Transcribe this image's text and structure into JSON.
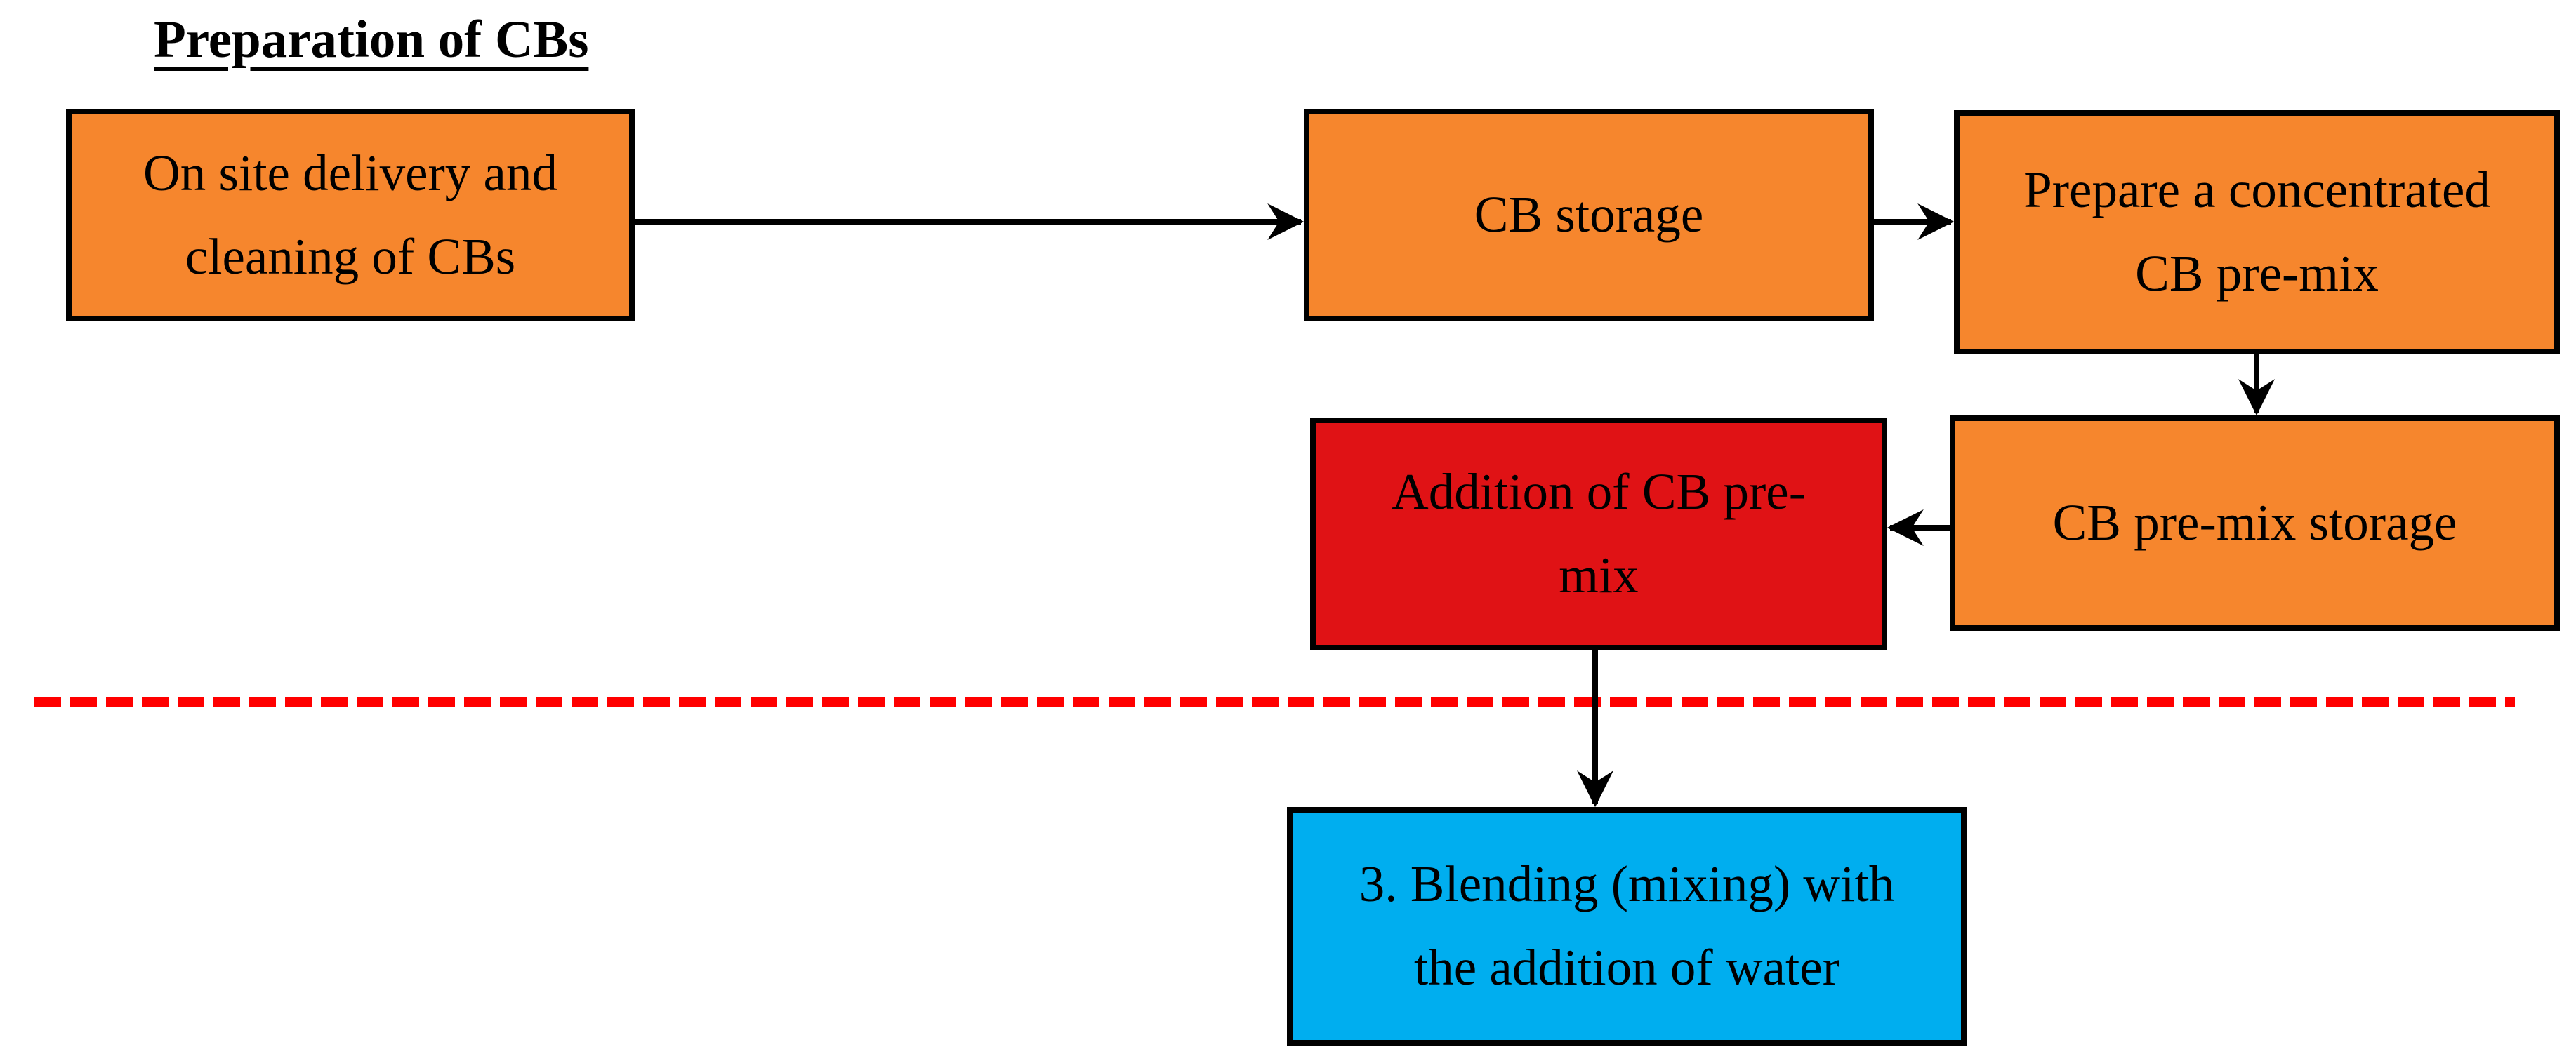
{
  "title": "Preparation of CBs",
  "colors": {
    "box_orange": "#F6862D",
    "box_red": "#E01215",
    "box_blue": "#00AEEF",
    "border_black": "#000000",
    "divider_red": "#FF0000",
    "arrow_black": "#000000",
    "text_black": "#000000",
    "background": "#FFFFFF"
  },
  "nodes": {
    "delivery": {
      "lines": [
        "On site delivery and",
        "cleaning of CBs"
      ]
    },
    "cb_storage": {
      "lines": [
        "CB storage"
      ]
    },
    "prepare_premix": {
      "lines": [
        "Prepare a concentrated",
        "CB pre-mix"
      ]
    },
    "premix_storage": {
      "lines": [
        "CB pre-mix storage"
      ]
    },
    "addition_premix": {
      "lines": [
        "Addition of CB pre-",
        "mix"
      ]
    },
    "blending": {
      "lines": [
        "3. Blending (mixing) with",
        "the addition of water"
      ]
    }
  },
  "edges": [
    {
      "from": "delivery",
      "to": "cb_storage",
      "direction": "right"
    },
    {
      "from": "cb_storage",
      "to": "prepare_premix",
      "direction": "right"
    },
    {
      "from": "prepare_premix",
      "to": "premix_storage",
      "direction": "down"
    },
    {
      "from": "premix_storage",
      "to": "addition_premix",
      "direction": "left"
    },
    {
      "from": "addition_premix",
      "to": "blending",
      "direction": "down"
    }
  ],
  "divider": {
    "style": "dashed",
    "orientation": "horizontal"
  }
}
